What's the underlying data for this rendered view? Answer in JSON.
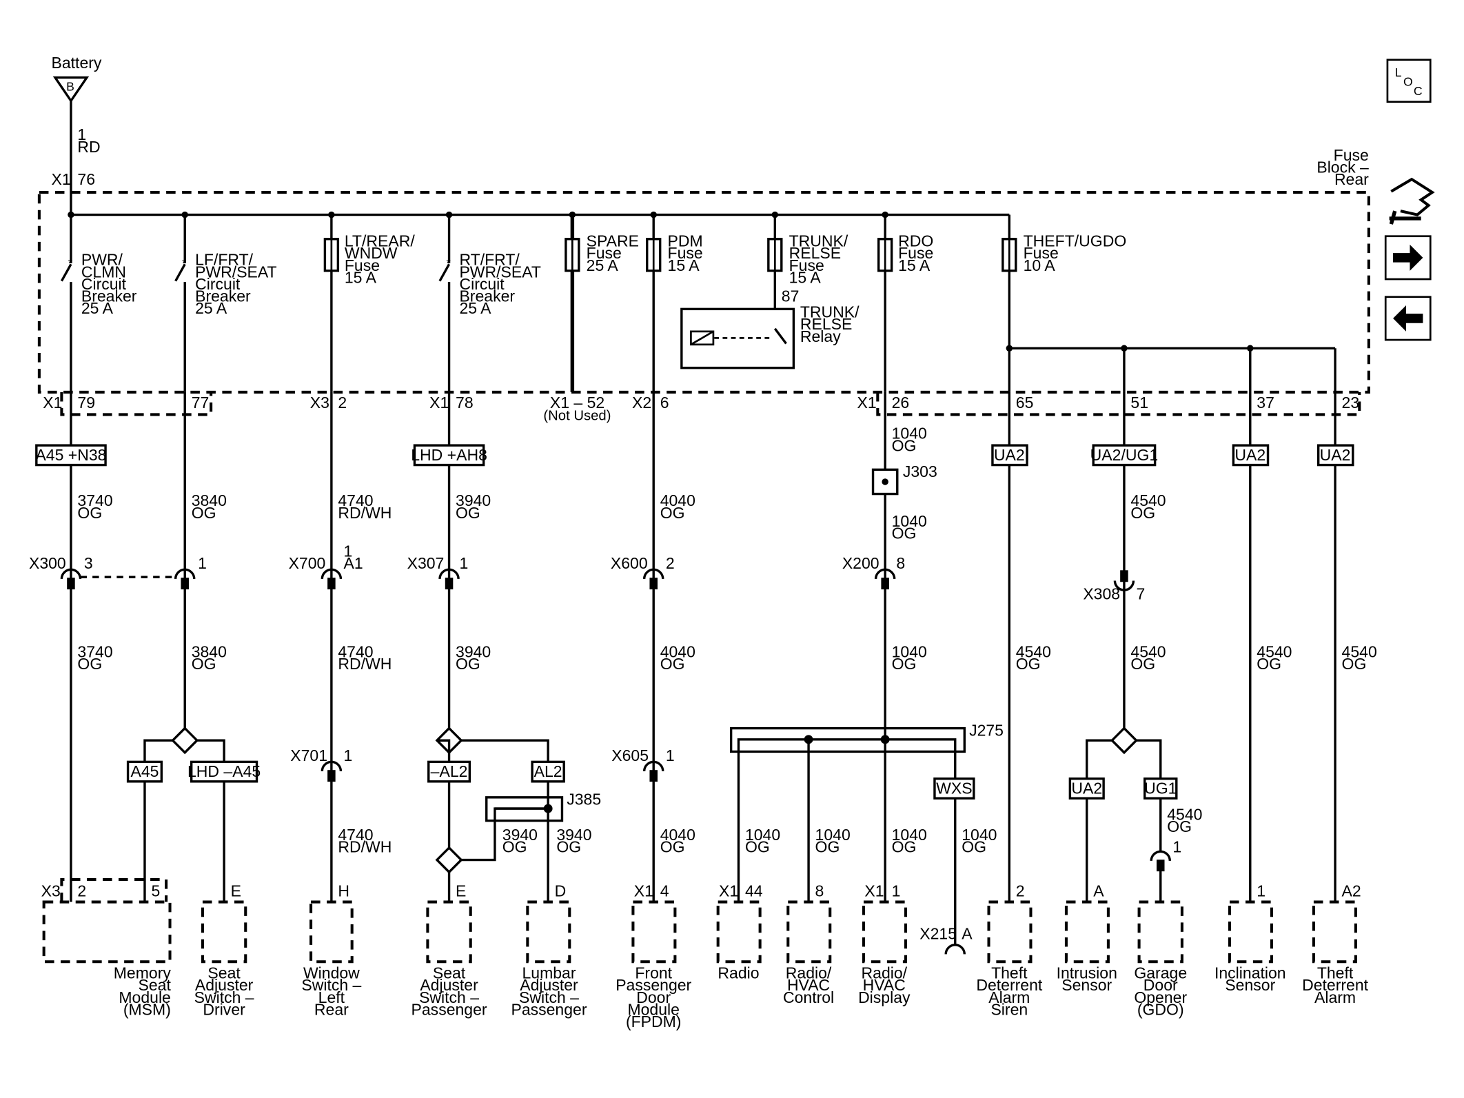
{
  "battery": {
    "label": "Battery",
    "terminal": "B"
  },
  "supply": {
    "pin": "1",
    "color": "RD",
    "connector": "X1",
    "cavity": "76"
  },
  "fuse_block": {
    "l1": "Fuse",
    "l2": "Block –",
    "l3": "Rear"
  },
  "loc_icon": {
    "l": "L",
    "o": "O",
    "c": "C"
  },
  "devices": [
    {
      "l1": "PWR/",
      "l2": "CLMN",
      "l3": "Circuit",
      "l4": "Breaker",
      "l5": "25 A"
    },
    {
      "l1": "LF/FRT/",
      "l2": "PWR/SEAT",
      "l3": "Circuit",
      "l4": "Breaker",
      "l5": "25 A"
    },
    {
      "l1": "LT/REAR/",
      "l2": "WNDW",
      "l3": "Fuse",
      "l4": "15 A"
    },
    {
      "l1": "RT/FRT/",
      "l2": "PWR/SEAT",
      "l3": "Circuit",
      "l4": "Breaker",
      "l5": "25 A"
    },
    {
      "l1": "SPARE",
      "l2": "Fuse",
      "l3": "25 A"
    },
    {
      "l1": "PDM",
      "l2": "Fuse",
      "l3": "15 A"
    },
    {
      "l1": "TRUNK/",
      "l2": "RELSE",
      "l3": "Fuse",
      "l4": "15 A"
    },
    {
      "l1": "RDO",
      "l2": "Fuse",
      "l3": "15 A"
    },
    {
      "l1": "THEFT/UGDO",
      "l2": "Fuse",
      "l3": "10 A"
    }
  ],
  "relay": {
    "pin": "87",
    "l1": "TRUNK/",
    "l2": "RELSE",
    "l3": "Relay"
  },
  "block_out": {
    "x1a": "X1",
    "p79": "79",
    "p77": "77",
    "x3": "X3",
    "p2": "2",
    "x1b": "X1",
    "p78": "78",
    "x152": "X1 – 52",
    "not_used": "(Not Used)",
    "x2": "X2",
    "p6": "6",
    "x1c": "X1",
    "p26": "26",
    "p65": "65",
    "p51": "51",
    "p37": "37",
    "p23": "23"
  },
  "options": {
    "a45n38": "A45 +N38",
    "lhdah8": "LHD +AH8",
    "ua2a": "UA2",
    "ua2ug1": "UA2/UG1",
    "ua2b": "UA2",
    "ua2c": "UA2",
    "a45": "A45",
    "lhda45": "LHD –A45",
    "al2n": "–AL2",
    "al2": "AL2",
    "wxs": "WXS",
    "ua2d": "UA2",
    "ug1": "UG1"
  },
  "wires": {
    "w1": {
      "num": "3740",
      "color": "OG"
    },
    "w2": {
      "num": "3840",
      "color": "OG"
    },
    "w3": {
      "num": "4740",
      "color": "RD/WH"
    },
    "w4": {
      "num": "3940",
      "color": "OG"
    },
    "w5": {
      "num": "4040",
      "color": "OG"
    },
    "w6a": {
      "num": "1040",
      "color": "OG"
    },
    "w6b": {
      "num": "1040",
      "color": "OG"
    },
    "w7": {
      "num": "4540",
      "color": "OG"
    },
    "w8": {
      "num": "3740",
      "color": "OG"
    },
    "w9": {
      "num": "3840",
      "color": "OG"
    },
    "w10": {
      "num": "4740",
      "color": "RD/WH"
    },
    "w11": {
      "num": "3940",
      "color": "OG"
    },
    "w12": {
      "num": "4040",
      "color": "OG"
    },
    "w13": {
      "num": "1040",
      "color": "OG"
    },
    "w14": {
      "num": "4540",
      "color": "OG"
    },
    "w15": {
      "num": "4540",
      "color": "OG"
    },
    "w16": {
      "num": "4540",
      "color": "OG"
    },
    "w17": {
      "num": "4540",
      "color": "OG"
    },
    "w18": {
      "num": "4740",
      "color": "RD/WH"
    },
    "w19": {
      "num": "3940",
      "color": "OG"
    },
    "w20": {
      "num": "3940",
      "color": "OG"
    },
    "w21": {
      "num": "4040",
      "color": "OG"
    },
    "w22": {
      "num": "1040",
      "color": "OG"
    },
    "w23": {
      "num": "1040",
      "color": "OG"
    },
    "w24": {
      "num": "1040",
      "color": "OG"
    },
    "w25": {
      "num": "1040",
      "color": "OG"
    },
    "w26": {
      "num": "4540",
      "color": "OG"
    }
  },
  "connectors": {
    "x300": "X300",
    "p3": "3",
    "p1": "1",
    "x700": "X700",
    "x700pin": "1",
    "x700cav": "A1",
    "x307": "X307",
    "x307p": "1",
    "x600": "X600",
    "x600p": "2",
    "x200": "X200",
    "x200p": "8",
    "j303": "J303",
    "x308": "X308",
    "x308p": "7",
    "x701": "X701",
    "x701p": "1",
    "x605": "X605",
    "x605p": "1",
    "j385": "J385",
    "j275": "J275",
    "gdo_p": "1",
    "x215": "X215",
    "x215p": "A"
  },
  "loads": {
    "x3": "X3",
    "msm_p2": "2",
    "msm_p5": "5",
    "sasd_p": "E",
    "wslr_p": "H",
    "sasp_p": "E",
    "lasp_p": "D",
    "fpdm_x": "X1",
    "fpdm_p": "4",
    "radio_x": "X1",
    "radio_p": "44",
    "rhc_p": "8",
    "rhd_x": "X1",
    "rhd_p": "1",
    "tdas_p": "2",
    "is_p": "A",
    "incl_p": "1",
    "tda_p": "A2"
  },
  "names": {
    "msm": {
      "l1": "Memory",
      "l2": "Seat",
      "l3": "Module",
      "l4": "(MSM)"
    },
    "sasd": {
      "l1": "Seat",
      "l2": "Adjuster",
      "l3": "Switch –",
      "l4": "Driver"
    },
    "wslr": {
      "l1": "Window",
      "l2": "Switch –",
      "l3": "Left",
      "l4": "Rear"
    },
    "sasp": {
      "l1": "Seat",
      "l2": "Adjuster",
      "l3": "Switch –",
      "l4": "Passenger"
    },
    "lasp": {
      "l1": "Lumbar",
      "l2": "Adjuster",
      "l3": "Switch –",
      "l4": "Passenger"
    },
    "fpdm": {
      "l1": "Front",
      "l2": "Passenger",
      "l3": "Door",
      "l4": "Module",
      "l5": "(FPDM)"
    },
    "radio": {
      "l1": "Radio"
    },
    "rhc": {
      "l1": "Radio/",
      "l2": "HVAC",
      "l3": "Control"
    },
    "rhd": {
      "l1": "Radio/",
      "l2": "HVAC",
      "l3": "Display"
    },
    "tdas": {
      "l1": "Theft",
      "l2": "Deterrent",
      "l3": "Alarm",
      "l4": "Siren"
    },
    "is": {
      "l1": "Intrusion",
      "l2": "Sensor"
    },
    "gdo": {
      "l1": "Garage",
      "l2": "Door",
      "l3": "Opener",
      "l4": "(GDO)"
    },
    "incl": {
      "l1": "Inclination",
      "l2": "Sensor"
    },
    "tda": {
      "l1": "Theft",
      "l2": "Deterrent",
      "l3": "Alarm"
    }
  }
}
